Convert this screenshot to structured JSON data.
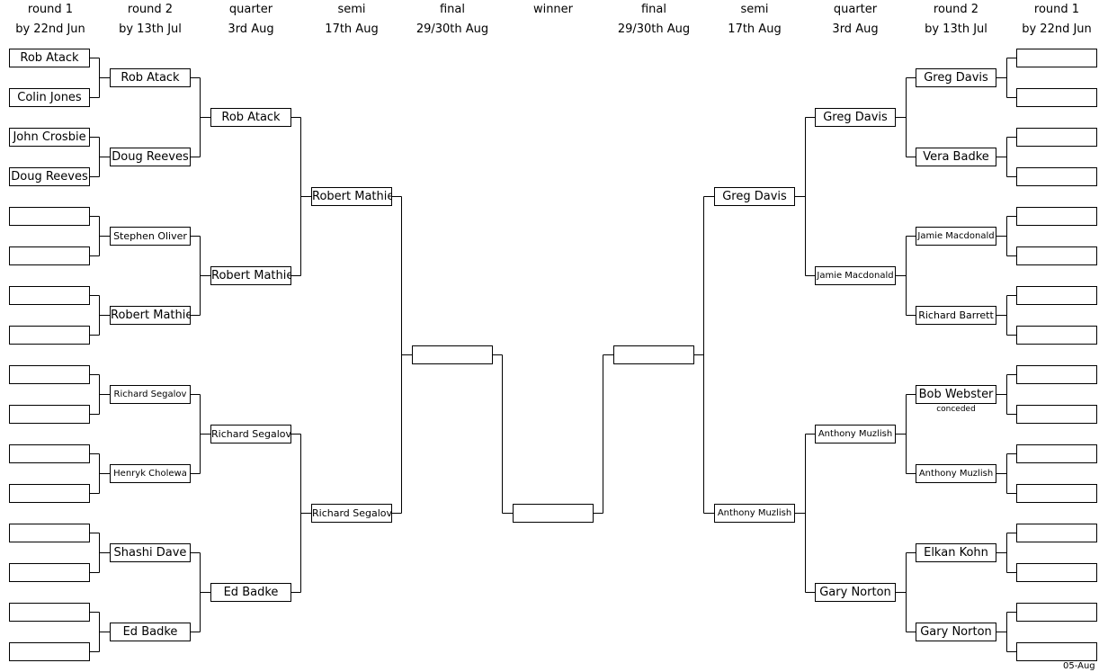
{
  "headers": {
    "left": [
      {
        "l1": "round 1",
        "l2": "by 22nd Jun"
      },
      {
        "l1": "round 2",
        "l2": "by 13th Jul"
      },
      {
        "l1": "quarter",
        "l2": "3rd Aug"
      },
      {
        "l1": "semi",
        "l2": "17th Aug"
      },
      {
        "l1": "final",
        "l2": "29/30th Aug"
      }
    ],
    "winner": "winner",
    "right": [
      {
        "l1": "final",
        "l2": "29/30th Aug"
      },
      {
        "l1": "semi",
        "l2": "17th Aug"
      },
      {
        "l1": "quarter",
        "l2": "3rd Aug"
      },
      {
        "l1": "round 2",
        "l2": "by 13th Jul"
      },
      {
        "l1": "round 1",
        "l2": "by 22nd Jun"
      }
    ]
  },
  "left": {
    "r1": [
      "Rob Atack",
      "Colin Jones",
      "John Crosbie",
      "Doug Reeves",
      "",
      "",
      "",
      "",
      "",
      "",
      "",
      "",
      "",
      "",
      "",
      ""
    ],
    "r2": [
      "Rob Atack",
      "Doug Reeves",
      "Stephen Oliver",
      "Robert Mathie",
      "Richard Segalov",
      "Henryk Cholewa",
      "Shashi Dave",
      "Ed Badke"
    ],
    "qf": [
      "Rob Atack",
      "Robert Mathie",
      "Richard Segalov",
      "Ed Badke"
    ],
    "sf": [
      "Robert Mathie",
      "Richard Segalov"
    ],
    "final": [
      ""
    ]
  },
  "winner": "",
  "right": {
    "r1": [
      "",
      "",
      "",
      "",
      "",
      "",
      "",
      "",
      "",
      "",
      "",
      "",
      "",
      "",
      "",
      ""
    ],
    "r2": [
      "Greg Davis",
      "Vera Badke",
      "Jamie Macdonald",
      "Richard Barrett",
      "Bob Webster",
      "Anthony Muzlish",
      "Elkan Kohn",
      "Gary Norton"
    ],
    "qf": [
      "Greg Davis",
      "Jamie Macdonald",
      "Anthony Muzlish",
      "Gary Norton"
    ],
    "sf": [
      "Greg Davis",
      "Anthony Muzlish"
    ],
    "final": [
      ""
    ]
  },
  "note_conceded": "conceded",
  "footer": "05-Aug"
}
